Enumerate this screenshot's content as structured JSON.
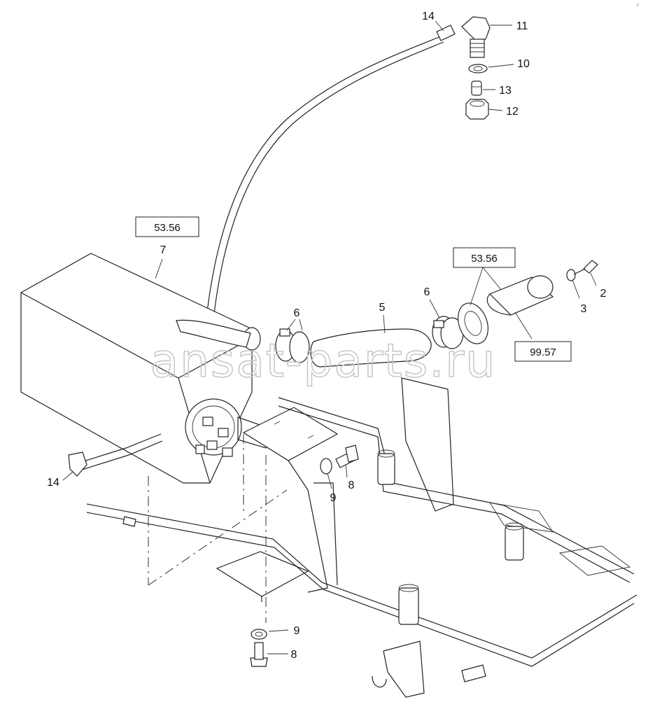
{
  "diagram": {
    "callouts": [
      {
        "id": "c14a",
        "text": "14"
      },
      {
        "id": "c11",
        "text": "11"
      },
      {
        "id": "c10",
        "text": "10"
      },
      {
        "id": "c13",
        "text": "13"
      },
      {
        "id": "c12",
        "text": "12"
      },
      {
        "id": "c7",
        "text": "7"
      },
      {
        "id": "c6a",
        "text": "6"
      },
      {
        "id": "c5",
        "text": "5"
      },
      {
        "id": "c6b",
        "text": "6"
      },
      {
        "id": "c2",
        "text": "2"
      },
      {
        "id": "c3",
        "text": "3"
      },
      {
        "id": "c8a",
        "text": "8"
      },
      {
        "id": "c9a",
        "text": "9"
      },
      {
        "id": "c14b",
        "text": "14"
      },
      {
        "id": "c9b",
        "text": "9"
      },
      {
        "id": "c8b",
        "text": "8"
      }
    ],
    "reference_boxes": [
      {
        "id": "ref1",
        "text": "53.56"
      },
      {
        "id": "ref2",
        "text": "53.56"
      },
      {
        "id": "ref3",
        "text": "99.57"
      }
    ],
    "watermark": "ansat-parts.ru",
    "corner_mark": "F"
  },
  "colors": {
    "line": "#222222",
    "background": "#ffffff",
    "watermark": "#c9c9c9"
  }
}
